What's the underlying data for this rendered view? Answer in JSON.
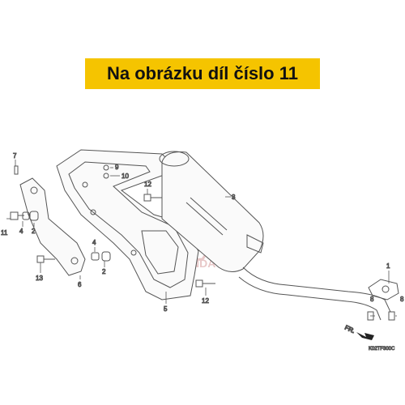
{
  "banner": {
    "text": "Na obrázku díl číslo 11",
    "bg": "#f5c400"
  },
  "callouts": [
    "1",
    "2",
    "3",
    "4",
    "5",
    "6",
    "7",
    "8",
    "9",
    "10",
    "11",
    "12",
    "13"
  ],
  "front_label": "FR.",
  "diagram_code": "K02TF300C",
  "colors": {
    "line": "#555555",
    "watermark": "#e8c8c8"
  }
}
